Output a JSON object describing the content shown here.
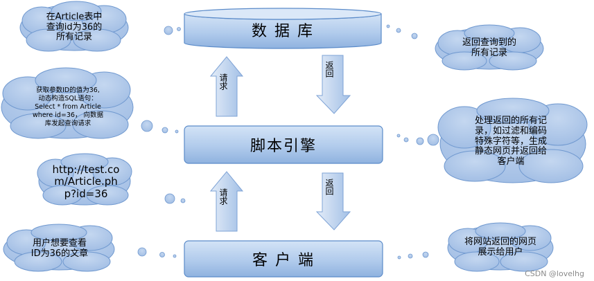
{
  "boxes": {
    "database": "数 据 库",
    "engine": "脚本引擎",
    "client": "客 户 端"
  },
  "arrows": {
    "request_1": "请求",
    "return_1": "返回",
    "request_2": "请求",
    "return_2": "返回"
  },
  "clouds": {
    "query_note": "在Article表中\n查询id为36的\n所有记录",
    "sql_note": "获取参数ID的值为36,\n动态构造SQL语句：\nSelect * from Article\nwhere id=36， 向数据\n库发起查询请求",
    "url_note": "http://test.co\nm/Article.ph\np?id=36",
    "user_note": "用户想要查看\nID为36的文章",
    "return_records_note": "返回查询到的\n所有记录",
    "process_note": "处理返回的所有记\n录，如过滤和编码\n特殊字符等，生成\n静态网页并返回给\n客户端",
    "display_note": "将网站返回的网页\n展示给用户"
  },
  "colors": {
    "box_fill_top": "#cfe0f5",
    "box_fill_bottom": "#93b6e2",
    "box_stroke": "#5b8bc9",
    "arrow_fill_top": "#dbe7f6",
    "arrow_fill_bottom": "#9cbbe4",
    "cloud_fill": "#aec6e8",
    "cloud_stroke": "#6f98cf"
  },
  "watermark": "CSDN @lovelhg"
}
